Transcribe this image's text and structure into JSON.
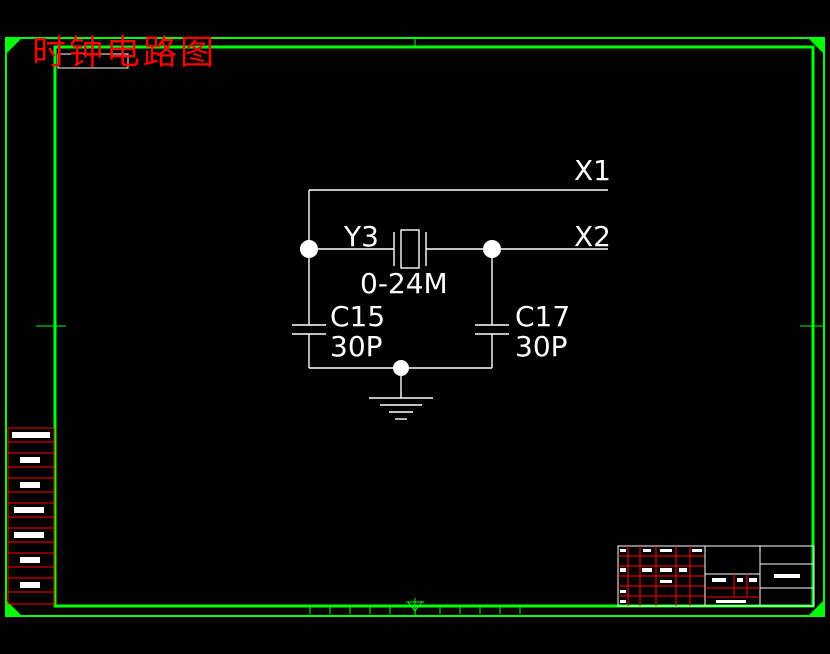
{
  "colors": {
    "background": "#000000",
    "frame": "#00ff00",
    "wire": "#ffffff",
    "title": "#ff0000",
    "grid": "#ff0000"
  },
  "drawing": {
    "title": "时钟电路图",
    "labels": {
      "x1": "X1",
      "x2": "X2",
      "crystal_ref": "Y3",
      "crystal_value": "0-24M",
      "c15_ref": "C15",
      "c15_value": "30P",
      "c17_ref": "C17",
      "c17_value": "30P"
    }
  }
}
